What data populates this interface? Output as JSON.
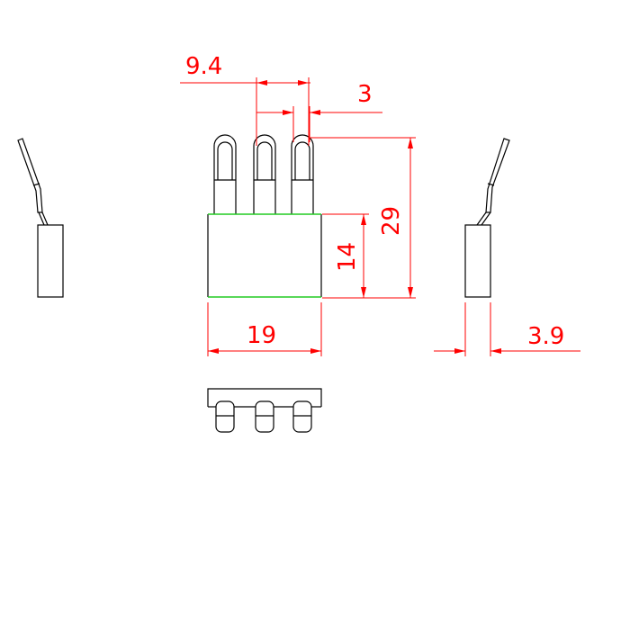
{
  "dimensions": {
    "pin_pitch": "9.4",
    "pin_width": "3",
    "overall_height": "29",
    "body_height": "14",
    "body_width": "19",
    "side_thickness": "3.9"
  },
  "colors": {
    "outline": "#000000",
    "dimension": "#ff0000",
    "body_edge": "#22cc22"
  }
}
